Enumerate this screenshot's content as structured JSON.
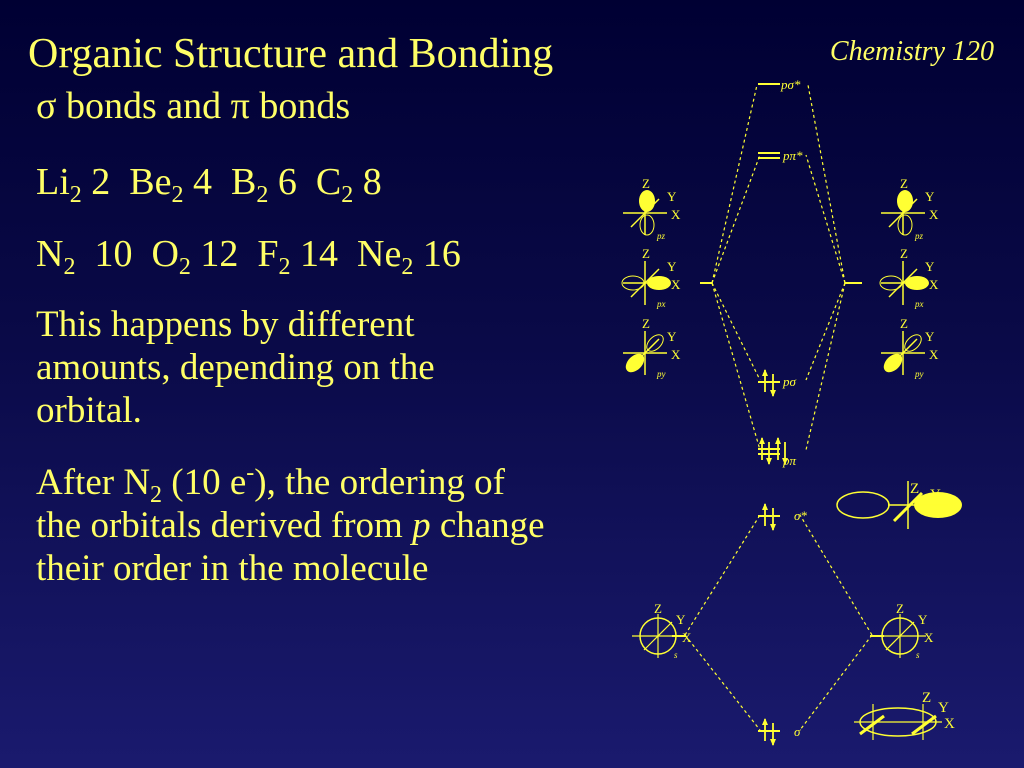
{
  "header": {
    "title": "Organic Structure and Bonding",
    "course": "Chemistry 120"
  },
  "subtitle": {
    "sigma": "σ",
    "bonds1": " bonds and ",
    "pi": "π",
    "bonds2": " bonds"
  },
  "electron_counts_row1": [
    {
      "element": "Li",
      "sub": "2",
      "count": " 2"
    },
    {
      "element": "Be",
      "sub": "2",
      "count": " 4"
    },
    {
      "element": "B",
      "sub": "2",
      "count": " 6"
    },
    {
      "element": "C",
      "sub": "2",
      "count": " 8"
    }
  ],
  "electron_counts_row2": [
    {
      "element": "N",
      "sub": "2",
      "count": "  10"
    },
    {
      "element": "O",
      "sub": "2",
      "count": " 12"
    },
    {
      "element": "F",
      "sub": "2",
      "count": " 14"
    },
    {
      "element": "Ne",
      "sub": "2",
      "count": " 16"
    }
  ],
  "paragraph1": "This happens by different amounts, depending on the orbital.",
  "paragraph2": {
    "p1": "After N",
    "sub": "2",
    "p2": " (10 e",
    "sup": "-",
    "p3": "), the ordering of the orbitals derived from ",
    "italic": "p",
    "p4": " change their order in the molecule"
  },
  "diagram": {
    "mo_labels": {
      "p_sigma_star": "pσ*",
      "p_pi_star": "pπ*",
      "p_sigma": "pσ",
      "p_pi": "pπ",
      "s_sigma_star": "σ*",
      "s_sigma": "σ"
    },
    "axis": {
      "z": "Z",
      "y": "Y",
      "x": "X"
    },
    "orbital_labels": {
      "pz": "pz",
      "px": "px",
      "py": "py",
      "s": "s"
    },
    "color": "#ffff33"
  }
}
